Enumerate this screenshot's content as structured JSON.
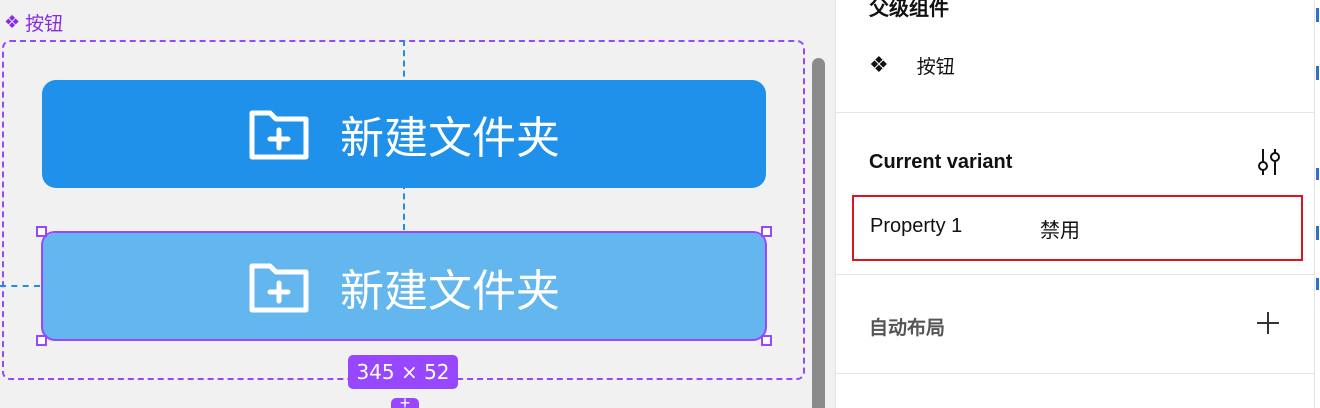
{
  "canvas": {
    "frame_label": "按钮",
    "frame_icon": "component-set-icon",
    "buttons": [
      {
        "label": "新建文件夹",
        "icon": "folder-plus-icon",
        "state": "default",
        "color": "#1f91ea"
      },
      {
        "label": "新建文件夹",
        "icon": "folder-plus-icon",
        "state": "disabled",
        "color": "#64b6ee"
      }
    ],
    "size_badge": "345 × 52",
    "accent_color": "#9747ff",
    "guide_color": "#1e90e0"
  },
  "panel": {
    "parent_section_title": "父级组件",
    "parent_component": {
      "icon": "component-icon",
      "name": "按钮"
    },
    "variant_section_title": "Current variant",
    "variant_settings_icon": "sliders-icon",
    "properties": [
      {
        "name": "Property 1",
        "value": "禁用"
      }
    ],
    "highlight_color": "#e0141e",
    "auto_layout_label": "自动布局",
    "auto_layout_add_icon": "plus-icon"
  }
}
